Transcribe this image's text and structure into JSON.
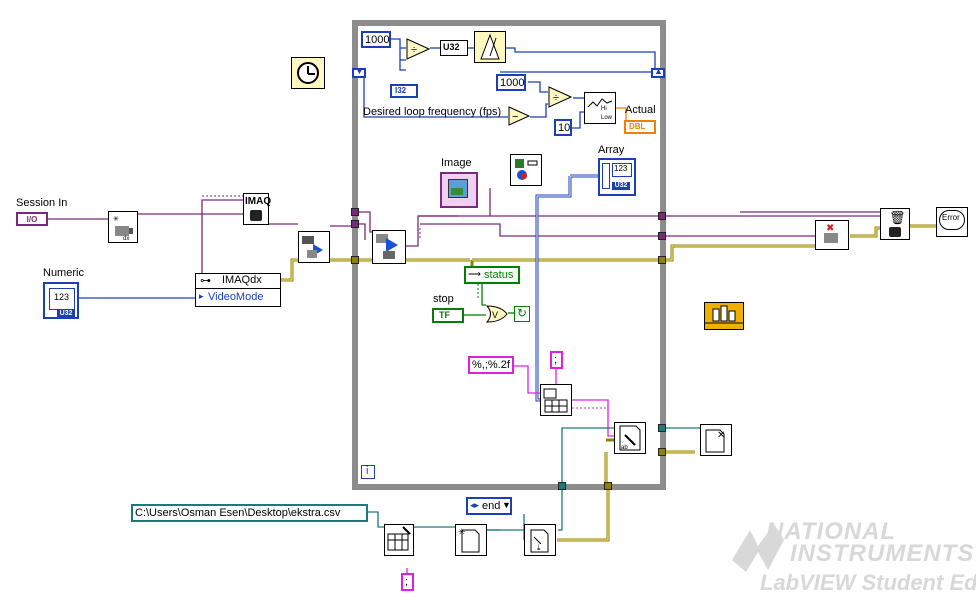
{
  "labels": {
    "session_in": "Session In",
    "numeric": "Numeric",
    "image": "Image",
    "array": "Array",
    "desired_loop": "Desired loop frequency (fps)",
    "actual": "Actual",
    "stop": "stop",
    "status": "status"
  },
  "constants": {
    "ms_1000_top": "1000",
    "ms_1000_mid": "1000",
    "ten": "10",
    "format_string": "%,;%.2f",
    "delimiter_top": ";",
    "delimiter_bottom": ";",
    "path": "C:\\Users\\Osman Esen\\Desktop\\ekstra.csv",
    "end_enum": "end"
  },
  "nodes": {
    "imaqdx_property": "IMAQdx",
    "videomode": "VideoMode",
    "imaq_icon": "IMAQ",
    "error_icon": "Error"
  },
  "terminals": {
    "io": "I/O",
    "u32_top": "U32",
    "i32": "I32",
    "dbl": "DBL",
    "tf": "TF",
    "num_123": "123",
    "u32_num": "U32",
    "array_123": "123",
    "array_u32": "U32"
  },
  "loop": {
    "iteration": "i"
  },
  "watermark": {
    "line1": "NATIONAL",
    "line2": "INSTRUMENTS",
    "line3": "LabVIEW Student Ed"
  },
  "colors": {
    "loop_border": "#8c8c8c",
    "int_blue": "#1a3fb8",
    "string_pink": "#e020e0",
    "path_teal": "#1d7a7a",
    "error_yellow": "#c8b400",
    "bool_green": "#008000",
    "dbl_orange": "#f08000",
    "ref_purple": "#7a2a7a"
  }
}
